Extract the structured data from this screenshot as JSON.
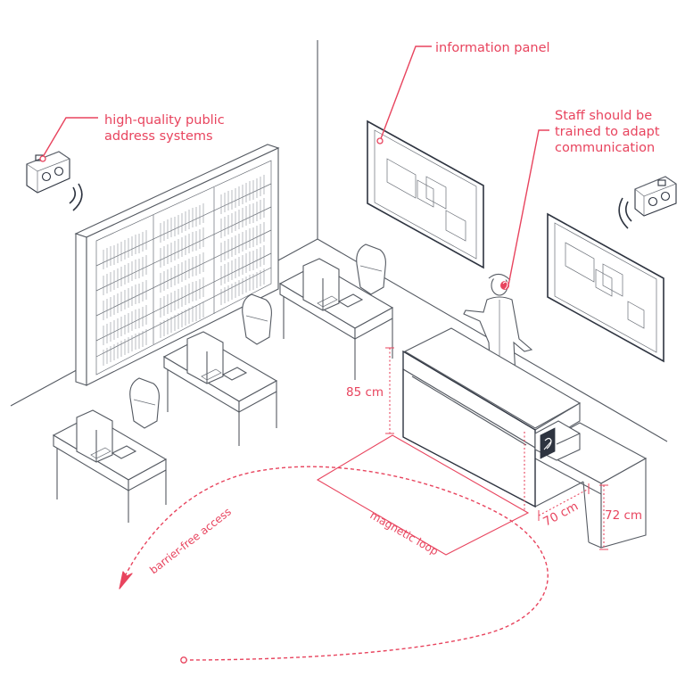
{
  "labels": {
    "pa_systems": [
      "high-quality public",
      "address systems"
    ],
    "info_panel": "information panel",
    "staff": [
      "Staff should be",
      "trained to adapt",
      "communication"
    ],
    "desk_height": "85 cm",
    "knee_depth": "70 cm",
    "low_height": "72 cm",
    "magnetic_loop": "magnetic loop",
    "barrier_free": "barrier-free access"
  },
  "colors": {
    "accent": "#e8445e",
    "line": "#555a62",
    "dark": "#2e3440"
  },
  "icons": [
    "speaker-icon",
    "ear-icon",
    "hearing-loop-sign-icon"
  ]
}
